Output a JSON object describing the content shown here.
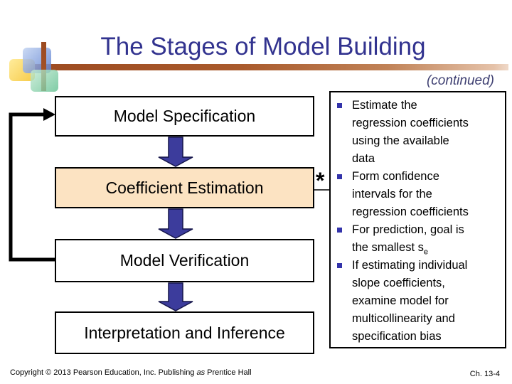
{
  "title": "The Stages of Model Building",
  "continued": "(continued)",
  "flowchart": {
    "asterisk": "*",
    "boxes": [
      {
        "label": "Model Specification",
        "highlighted": false
      },
      {
        "label": "Coefficient Estimation",
        "highlighted": true
      },
      {
        "label": "Model Verification",
        "highlighted": false
      },
      {
        "label": "Interpretation and Inference",
        "highlighted": false
      }
    ]
  },
  "panel": {
    "items": [
      {
        "text": "Estimate the\nregression coefficients\nusing the available\ndata"
      },
      {
        "text": "Form confidence\nintervals for the\nregression coefficients"
      },
      {
        "text": "For prediction, goal is\nthe smallest s",
        "subscript": "e"
      },
      {
        "text": "If estimating individual\nslope coefficients,\nexamine model for\nmulticollinearity and\nspecification bias"
      }
    ]
  },
  "footer": {
    "copyright_pre": "Copyright © 2013 Pearson Education, Inc. Publishing ",
    "copyright_italic": "as",
    "copyright_post": " Prentice Hall",
    "page": "Ch. 13-4"
  },
  "colors": {
    "title": "#32338f",
    "accent_bar": "#a6521f",
    "highlight_box": "#fce3c2",
    "arrow_fill": "#3c3c9c",
    "bullet": "#3333aa"
  }
}
